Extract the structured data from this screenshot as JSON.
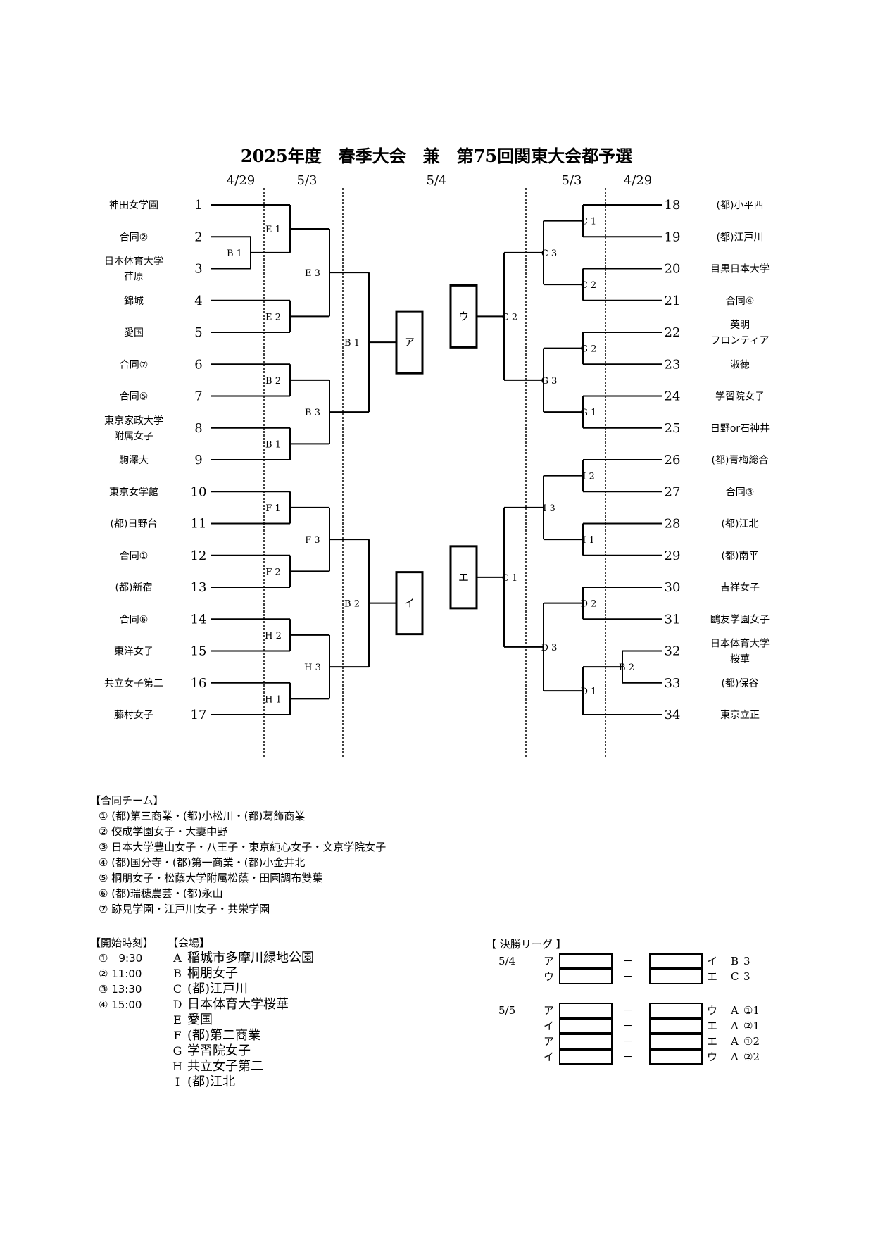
{
  "title": "2025年度　春季大会　兼　第75回関東大会都予選",
  "dates": {
    "left_r1": "4/29",
    "left_r2": "5/3",
    "center": "5/4",
    "right_r2": "5/3",
    "right_r1": "4/29"
  },
  "left_teams": [
    {
      "num": "1",
      "name": "神田女学園"
    },
    {
      "num": "2",
      "name": "合同②"
    },
    {
      "num": "3",
      "name": "日本体育大学\n荏原"
    },
    {
      "num": "4",
      "name": "錦城"
    },
    {
      "num": "5",
      "name": "愛国"
    },
    {
      "num": "6",
      "name": "合同⑦"
    },
    {
      "num": "7",
      "name": "合同⑤"
    },
    {
      "num": "8",
      "name": "東京家政大学\n附属女子"
    },
    {
      "num": "9",
      "name": "駒澤大"
    },
    {
      "num": "10",
      "name": "東京女学館"
    },
    {
      "num": "11",
      "name": "(都)日野台"
    },
    {
      "num": "12",
      "name": "合同①"
    },
    {
      "num": "13",
      "name": "(都)新宿"
    },
    {
      "num": "14",
      "name": "合同⑥"
    },
    {
      "num": "15",
      "name": "東洋女子"
    },
    {
      "num": "16",
      "name": "共立女子第二"
    },
    {
      "num": "17",
      "name": "藤村女子"
    }
  ],
  "right_teams": [
    {
      "num": "18",
      "name": "(都)小平西"
    },
    {
      "num": "19",
      "name": "(都)江戸川"
    },
    {
      "num": "20",
      "name": "目黒日本大学"
    },
    {
      "num": "21",
      "name": "合同④"
    },
    {
      "num": "22",
      "name": "英明\nフロンティア"
    },
    {
      "num": "23",
      "name": "淑徳"
    },
    {
      "num": "24",
      "name": "学習院女子"
    },
    {
      "num": "25",
      "name": "日野or石神井"
    },
    {
      "num": "26",
      "name": "(都)青梅総合"
    },
    {
      "num": "27",
      "name": "合同③"
    },
    {
      "num": "28",
      "name": "(都)江北"
    },
    {
      "num": "29",
      "name": "(都)南平"
    },
    {
      "num": "30",
      "name": "吉祥女子"
    },
    {
      "num": "31",
      "name": "鷗友学園女子"
    },
    {
      "num": "32",
      "name": "日本体育大学\n桜華"
    },
    {
      "num": "33",
      "name": "(都)保谷"
    },
    {
      "num": "34",
      "name": "東京立正"
    }
  ],
  "match_labels": {
    "left": [
      "B 1",
      "E 1",
      "E 2",
      "B 2",
      "B 1",
      "F 1",
      "F 2",
      "H 2",
      "H 1",
      "E 3",
      "B 3",
      "F 3",
      "H 3",
      "B 1",
      "B 2"
    ],
    "right": [
      "C 1",
      "C 2",
      "G 2",
      "G 1",
      "I 2",
      "I 1",
      "D 2",
      "B 2",
      "D 1",
      "C 3",
      "G 3",
      "I 3",
      "D 3",
      "C 2",
      "C 1"
    ]
  },
  "center_boxes": [
    "ア",
    "イ",
    "ウ",
    "エ"
  ],
  "joint_teams": {
    "title": "【合同チーム】",
    "items": [
      "① (都)第三商業・(都)小松川・(都)葛飾商業",
      "② 佼成学園女子・大妻中野",
      "③ 日本大学豊山女子・八王子・東京純心女子・文京学院女子",
      "④ (都)国分寺・(都)第一商業・(都)小金井北",
      "⑤ 桐朋女子・松蔭大学附属松蔭・田園調布雙葉",
      "⑥ (都)瑞穂農芸・(都)永山",
      "⑦ 跡見学園・江戸川女子・共栄学園"
    ]
  },
  "start_times": {
    "title": "【開始時刻】",
    "items": [
      "①　9:30",
      "② 11:00",
      "③ 13:30",
      "④ 15:00"
    ]
  },
  "venues": {
    "title": "【会場】",
    "items": [
      {
        "code": "A",
        "name": "稲城市多摩川緑地公園"
      },
      {
        "code": "B",
        "name": "桐朋女子"
      },
      {
        "code": "C",
        "name": "(都)江戸川"
      },
      {
        "code": "D",
        "name": "日本体育大学桜華"
      },
      {
        "code": "E",
        "name": "愛国"
      },
      {
        "code": "F",
        "name": "(都)第二商業"
      },
      {
        "code": "G",
        "name": "学習院女子"
      },
      {
        "code": "H",
        "name": "共立女子第二"
      },
      {
        "code": "I",
        "name": "(都)江北"
      }
    ]
  },
  "final_league": {
    "title": "【 決勝リーグ 】",
    "dash": "－",
    "rows": [
      {
        "date": "5/4",
        "a": "ア",
        "b": "イ",
        "venue": "B",
        "time": "3"
      },
      {
        "date": "",
        "a": "ウ",
        "b": "エ",
        "venue": "C",
        "time": "3"
      },
      {
        "date": "5/5",
        "a": "ア",
        "b": "ウ",
        "venue": "A",
        "time": "①1"
      },
      {
        "date": "",
        "a": "イ",
        "b": "エ",
        "venue": "A",
        "time": "②1"
      },
      {
        "date": "",
        "a": "ア",
        "b": "エ",
        "venue": "A",
        "time": "①2"
      },
      {
        "date": "",
        "a": "イ",
        "b": "ウ",
        "venue": "A",
        "time": "②2"
      }
    ]
  }
}
